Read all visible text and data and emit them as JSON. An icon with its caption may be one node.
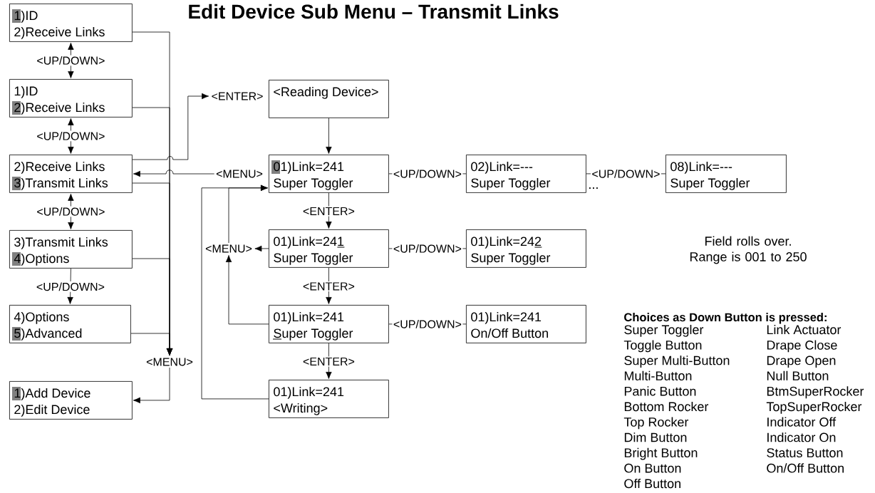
{
  "diagram": {
    "title": "Edit Device Sub Menu – Transmit Links",
    "nodes": [
      {
        "text": [
          "1)ID",
          "2)Receive Links"
        ]
      },
      {
        "text": [
          "1)ID",
          "2)Receive Links"
        ]
      },
      {
        "text": [
          "2)Receive Links",
          "3)Transmit Links"
        ]
      },
      {
        "text": [
          "3)Transmit Links",
          "4)Options"
        ]
      },
      {
        "text": [
          "4)Options",
          "5)Advanced"
        ]
      },
      {
        "text": [
          "1)Add Device",
          "2)Edit Device"
        ]
      },
      {
        "text": [
          "<ENTER>"
        ]
      },
      {
        "text": [
          "<MENU>"
        ]
      },
      {
        "text": [
          "<Reading Device>"
        ]
      },
      {
        "text": [
          "01)Link=241",
          "Super Toggler"
        ]
      },
      {
        "text": [
          "02)Link=---",
          "Super Toggler"
        ]
      },
      {
        "text": [
          "08)Link=---",
          "Super Toggler"
        ]
      },
      {
        "text": [
          "01)Link=241",
          "Super Toggler"
        ]
      },
      {
        "text": [
          "01)Link=242",
          "Super Toggler"
        ]
      },
      {
        "text": [
          "01)Link=241",
          "Super Toggler"
        ]
      },
      {
        "text": [
          "01)Link=241",
          "On/Off Button"
        ]
      },
      {
        "text": [
          "01)Link=241",
          "<Writing>"
        ]
      },
      {
        "text": [
          "<MENU>"
        ]
      },
      {
        "text": [
          "<MENU>"
        ]
      }
    ],
    "edges": [
      {
        "from": 0,
        "to": 1,
        "arrow": "both",
        "label": "<UP/DOWN>"
      },
      {
        "from": 1,
        "to": 2,
        "arrow": "both",
        "label": "<UP/DOWN>"
      },
      {
        "from": 2,
        "to": 3,
        "arrow": "both",
        "label": "<UP/DOWN>"
      },
      {
        "from": 3,
        "to": 4,
        "arrow": "to",
        "label": "<UP/DOWN>"
      },
      {
        "from": 0,
        "to": 18,
        "arrow": "to"
      },
      {
        "from": 1,
        "to": 18,
        "arrow": "to"
      },
      {
        "from": 2,
        "to": 18,
        "arrow": "to"
      },
      {
        "from": 3,
        "to": 18,
        "arrow": "to"
      },
      {
        "from": 4,
        "to": 18,
        "arrow": "to"
      },
      {
        "from": 18,
        "to": 5,
        "arrow": "to"
      },
      {
        "from": 2,
        "to": 6,
        "arrow": "to"
      },
      {
        "from": 7,
        "to": 2,
        "arrow": "to"
      },
      {
        "from": 8,
        "to": 9,
        "arrow": "to"
      },
      {
        "from": 9,
        "to": 10,
        "arrow": "none",
        "label": "<UP/DOWN>"
      },
      {
        "from": 10,
        "to": 11,
        "arrow": "none",
        "label": "<UP/DOWN>"
      },
      {
        "from": 9,
        "to": 12,
        "arrow": "to",
        "label": "<ENTER>"
      },
      {
        "from": 12,
        "to": 13,
        "arrow": "none",
        "label": "<UP/DOWN>"
      },
      {
        "from": 12,
        "to": 14,
        "arrow": "to",
        "label": "<ENTER>"
      },
      {
        "from": 14,
        "to": 15,
        "arrow": "none",
        "label": "<UP/DOWN>"
      },
      {
        "from": 14,
        "to": 16,
        "arrow": "to",
        "label": "<ENTER>"
      },
      {
        "from": 12,
        "to": 17,
        "arrow": "to"
      },
      {
        "from": 14,
        "to": 17,
        "arrow": "to"
      },
      {
        "from": 17,
        "to": 9,
        "arrow": "to"
      },
      {
        "from": 16,
        "to": 9,
        "arrow": "to"
      }
    ],
    "labels": [
      "...",
      "Field rolls over. Range is 001 to 250",
      "Choices as Down Button is pressed:",
      "Super Toggler",
      "Link Actuator",
      "Toggle Button",
      "Drape Close",
      "Super Multi-Button",
      "Drape Open",
      "Multi-Button",
      "Null Button",
      "Panic Button",
      "BtmSuperRocker",
      "Bottom Rocker",
      "TopSuperRocker",
      "Top Rocker",
      "Indicator Off",
      "Dim Button",
      "Indicator On",
      "Bright Button",
      "Status Button",
      "On Button",
      "On/Off Button",
      "Off Button"
    ]
  }
}
